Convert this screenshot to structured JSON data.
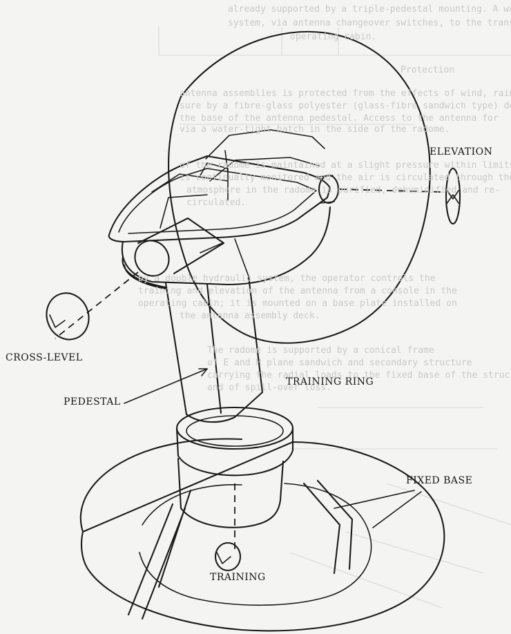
{
  "labels": {
    "elevation": "ELEVATION",
    "cross_level": "CROSS-LEVEL",
    "training_ring": "TRAINING RING",
    "pedestal": "PEDESTAL",
    "fixed_base": "FIXED BASE",
    "training": "TRAINING"
  },
  "bleed_through_text": [
    "already supported by a triple-pedestal mounting. A waveguide",
    "system, via antenna changeover switches, to the transmitter and receiver",
    "operating cabin.",
    "Protection",
    "antenna assemblies is protected from the effects of wind, rain, ice and",
    "sure by a fibre-glass polyester (glass-fibre sandwich type) dome",
    "the base of the antenna pedestal. Access to the antenna for",
    "via a water-tight hatch in the side of the radome.",
    "of the radome is maintained at a slight pressure within limits and",
    "is continually monitored and the air is circulated through the dome.",
    "atmosphere in the radome is purified, dehumidified and re-",
    "circulated.",
    "by a double hydraulic system, the operator controls the",
    "training and elevation of the antenna from a console in the",
    "operating cabin; it is mounted on a base plate installed on",
    "the antenna assembly deck.",
    "The radome is supported by a conical frame",
    "of E and H plane sandwich and secondary structure",
    "carrying the radial loads to the fixed base of the structure",
    "and of spill-over loss."
  ]
}
